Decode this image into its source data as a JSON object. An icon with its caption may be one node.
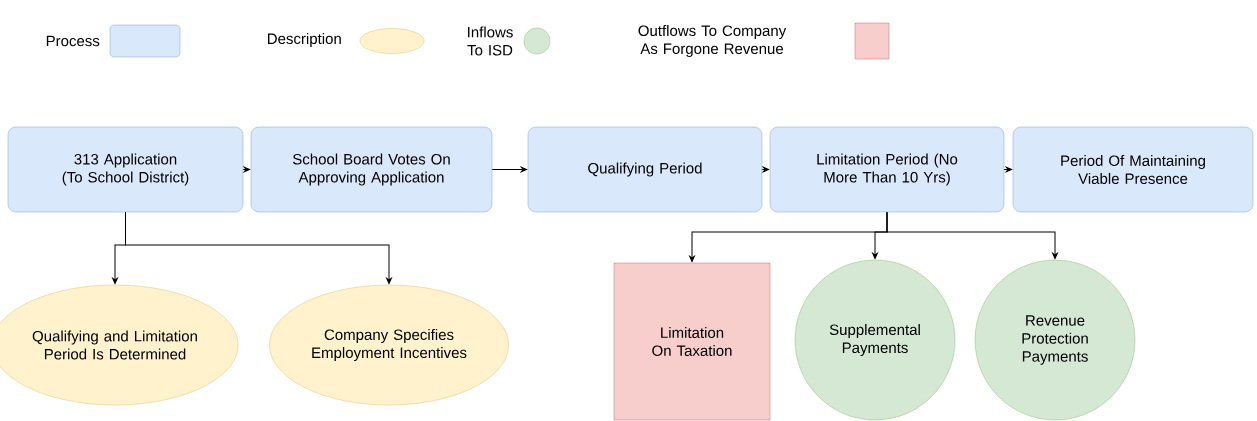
{
  "diagram": {
    "nodes": [
      {
        "text": [
          "313 Application (To School District)"
        ]
      },
      {
        "text": [
          "School Board Votes On Approving Application"
        ]
      },
      {
        "text": [
          "Qualifying Period"
        ]
      },
      {
        "text": [
          "Limitation Period (No More Than 10 Yrs)"
        ]
      },
      {
        "text": [
          "Period Of Maintaining Viable Presence"
        ]
      },
      {
        "text": [
          "Qualifying and Limitation Period Is Determined"
        ]
      },
      {
        "text": [
          "Company Specifies Employment Incentives"
        ]
      },
      {
        "text": [
          "Limitation On Taxation"
        ]
      },
      {
        "text": [
          "Supplemental Payments"
        ]
      },
      {
        "text": [
          "Revenue Protection Payments"
        ]
      }
    ],
    "edges": [
      {
        "from": 0,
        "to": 1,
        "arrow": "to"
      },
      {
        "from": 1,
        "to": 2,
        "arrow": "to"
      },
      {
        "from": 2,
        "to": 3,
        "arrow": "to"
      },
      {
        "from": 3,
        "to": 4,
        "arrow": "to"
      },
      {
        "from": 0,
        "to": 5,
        "arrow": "to"
      },
      {
        "from": 0,
        "to": 6,
        "arrow": "to"
      },
      {
        "from": 3,
        "to": 7,
        "arrow": "to"
      },
      {
        "from": 3,
        "to": 8,
        "arrow": "to"
      },
      {
        "from": 3,
        "to": 9,
        "arrow": "to"
      }
    ],
    "legend": [
      {
        "text": "Process",
        "color": "#dae8fc"
      },
      {
        "text": "Description",
        "color": "#fff2cc"
      },
      {
        "text": "Inflows To ISD",
        "color": "#d5e8d4"
      },
      {
        "text": "Outflows To Company As Forgone Revenue",
        "color": "#f8cecc"
      }
    ]
  }
}
